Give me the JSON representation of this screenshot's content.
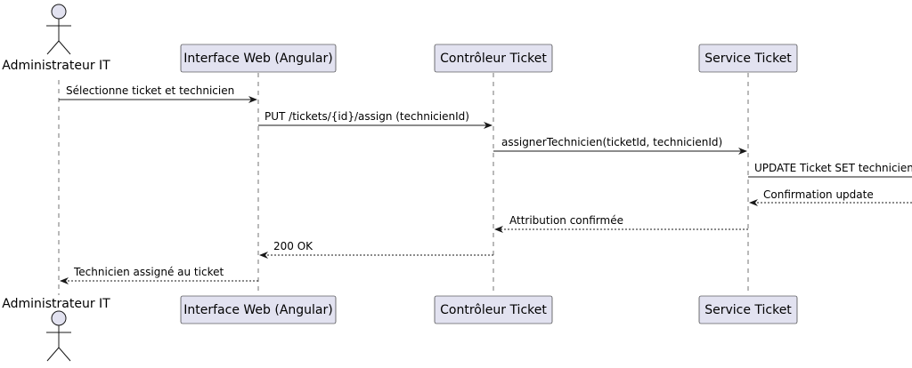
{
  "actor": {
    "label": "Administrateur IT"
  },
  "participants": [
    {
      "label": "Interface Web (Angular)"
    },
    {
      "label": "Contrôleur Ticket"
    },
    {
      "label": "Service Ticket"
    }
  ],
  "messages": [
    {
      "text": "Sélectionne ticket et technicien",
      "style": "solid"
    },
    {
      "text": "PUT /tickets/{id}/assign (technicienId)",
      "style": "solid"
    },
    {
      "text": "assignerTechnicien(ticketId, technicienId)",
      "style": "solid"
    },
    {
      "text": "UPDATE Ticket SET technicienId",
      "style": "solid"
    },
    {
      "text": "Confirmation update",
      "style": "dashed"
    },
    {
      "text": "Attribution confirmée",
      "style": "dashed"
    },
    {
      "text": "200 OK",
      "style": "dashed"
    },
    {
      "text": "Technicien assigné au ticket",
      "style": "dashed"
    }
  ],
  "colors": {
    "participant_fill": "#E2E2F0",
    "participant_stroke": "#181818",
    "lifeline": "#181818",
    "arrow": "#181818"
  }
}
